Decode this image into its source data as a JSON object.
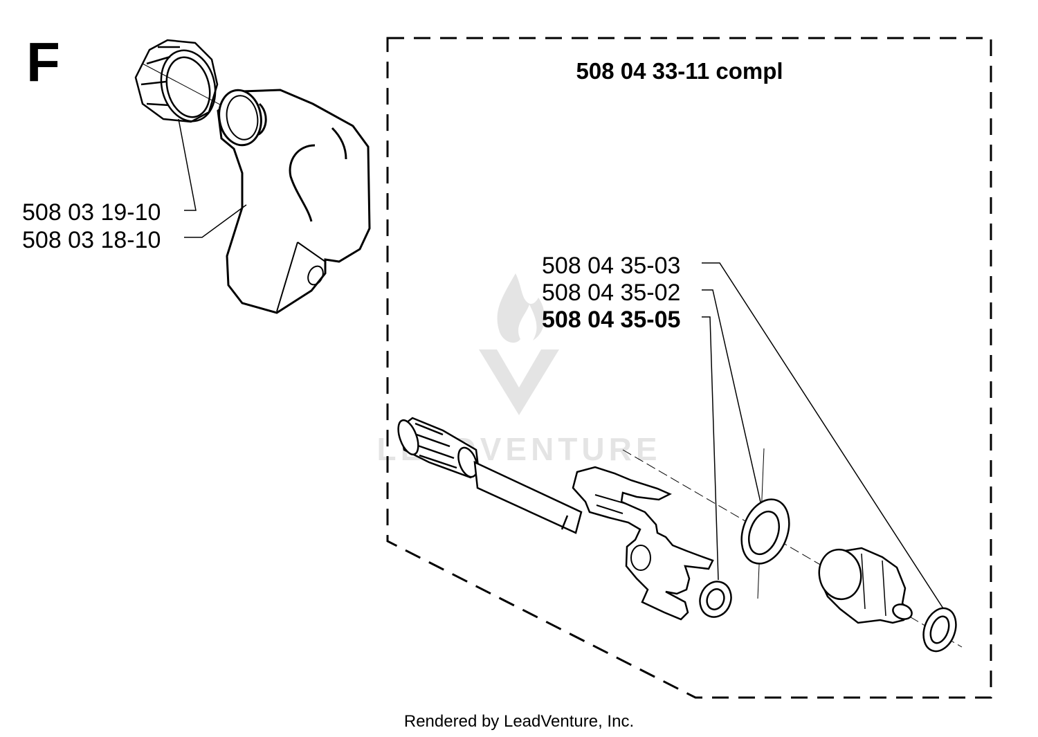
{
  "section_letter": "F",
  "assembly_label": "508 04 33-11 compl",
  "parts": {
    "knob": "508 03 19-10",
    "housing": "508 03 18-10",
    "washer_small": "508 04 35-03",
    "washer_large": "508 04 35-02",
    "washer_mid": "508 04 35-05"
  },
  "watermark": "LEADVENTURE",
  "footer": "Rendered by LeadVenture, Inc."
}
